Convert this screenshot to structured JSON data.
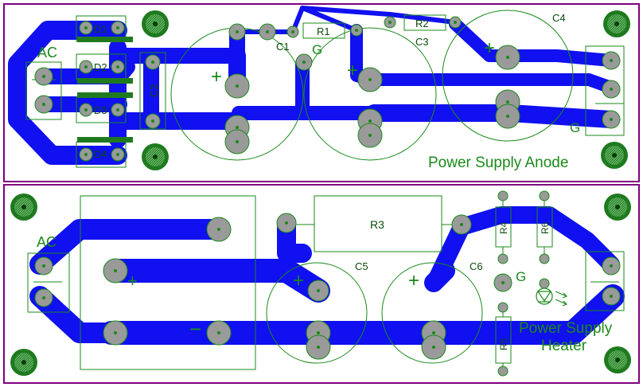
{
  "colors": {
    "trace": "#1010f0",
    "pad": "#9a9a9a",
    "silk": "#1a8a1a",
    "silk_fill": "#1f7a1f",
    "outline": "#800080",
    "mount_hole": "#1f7a1f"
  },
  "anode": {
    "title": "Power Supply Anode",
    "ac_label": "AC",
    "diodes": [
      "D1",
      "D2",
      "D3",
      "D4"
    ],
    "cap_c2": "C2",
    "cap_c1": "C1",
    "res_r1": "R1",
    "res_r2": "R2",
    "cap_c3": "C3",
    "cap_c4": "C4",
    "ground_mark_1": "G",
    "ground_mark_2": "G",
    "plus_1": "+",
    "plus_2": "+",
    "plus_3": "+"
  },
  "heater": {
    "title_line1": "Power Supply",
    "title_line2": "Heater",
    "ac_label": "AC",
    "res_r3": "R3",
    "res_r4": "R4",
    "res_r5": "R5",
    "res_r6": "R6",
    "cap_c5": "C5",
    "cap_c6": "C6",
    "ground_mark": "G",
    "plus_bridge": "+",
    "minus_bridge": "−",
    "plus_c5": "+",
    "plus_c6": "+"
  }
}
